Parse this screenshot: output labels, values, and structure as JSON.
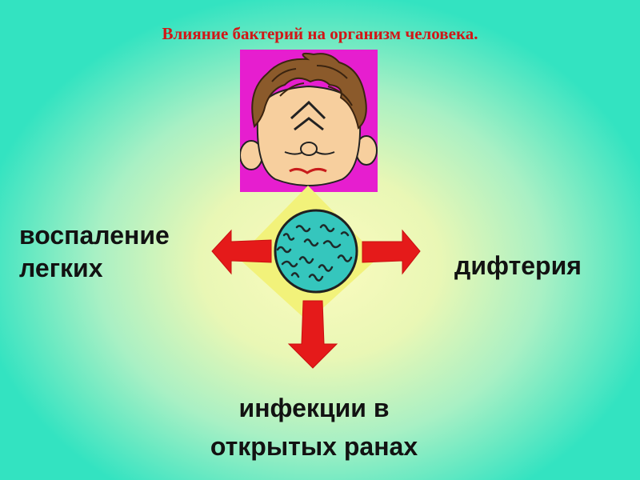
{
  "slide": {
    "title": "Влияние бактерий на организм человека.",
    "labels": {
      "left": [
        "воспаление",
        "легких"
      ],
      "right": "дифтерия",
      "bottom": [
        "инфекции в",
        "открытых ранах"
      ]
    }
  },
  "colors": {
    "title": "#d11616",
    "arrow": "#e51a1a",
    "face_background": "#e61ecf",
    "petri_dish": "#35c6bd",
    "text": "#121212"
  },
  "icons": {
    "center": "bacteria-petri-dish-icon",
    "face": "sick-face-icon"
  }
}
